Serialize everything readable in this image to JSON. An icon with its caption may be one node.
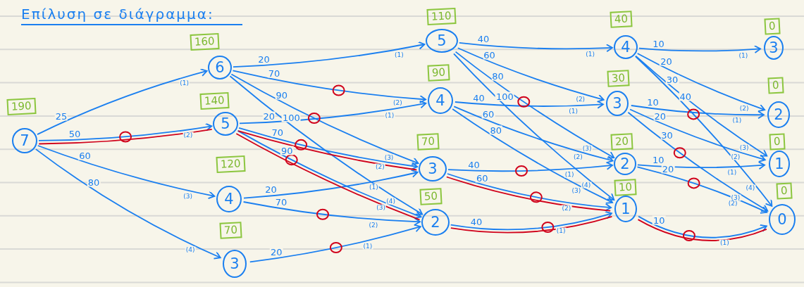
{
  "diagram": {
    "title": "Επίλυση σε διάγραμμα:",
    "nodes": [
      {
        "text": [
          "7"
        ],
        "beside": [
          "190"
        ]
      },
      {
        "text": [
          "6"
        ],
        "beside": [
          "160"
        ]
      },
      {
        "text": [
          "5"
        ],
        "beside": [
          "140"
        ]
      },
      {
        "text": [
          "4"
        ],
        "beside": [
          "120"
        ]
      },
      {
        "text": [
          "3"
        ],
        "beside": [
          "70"
        ]
      },
      {
        "text": [
          "5"
        ],
        "beside": [
          "110"
        ]
      },
      {
        "text": [
          "4"
        ],
        "beside": [
          "90"
        ]
      },
      {
        "text": [
          "3"
        ],
        "beside": [
          "70"
        ]
      },
      {
        "text": [
          "2"
        ],
        "beside": [
          "50"
        ]
      },
      {
        "text": [
          "4"
        ],
        "beside": [
          "40"
        ]
      },
      {
        "text": [
          "3"
        ],
        "beside": [
          "30"
        ]
      },
      {
        "text": [
          "2"
        ],
        "beside": [
          "20"
        ]
      },
      {
        "text": [
          "1"
        ],
        "beside": [
          "10"
        ]
      },
      {
        "text": [
          "3"
        ],
        "beside": [
          "0"
        ]
      },
      {
        "text": [
          "2"
        ],
        "beside": [
          "0"
        ]
      },
      {
        "text": [
          "1"
        ],
        "beside": [
          "0"
        ]
      },
      {
        "text": [
          "0"
        ],
        "beside": [
          "0"
        ]
      }
    ],
    "edges": [
      {
        "from": 0,
        "to": 1,
        "arrow": "to",
        "label": "25"
      },
      {
        "from": 0,
        "to": 2,
        "arrow": "to",
        "label": "50"
      },
      {
        "from": 0,
        "to": 3,
        "arrow": "to",
        "label": "60"
      },
      {
        "from": 0,
        "to": 4,
        "arrow": "to",
        "label": "80"
      },
      {
        "from": 1,
        "to": 5,
        "arrow": "to",
        "label": "20"
      },
      {
        "from": 1,
        "to": 6,
        "arrow": "to",
        "label": "70"
      },
      {
        "from": 1,
        "to": 7,
        "arrow": "to",
        "label": "90"
      },
      {
        "from": 1,
        "to": 8,
        "arrow": "to",
        "label": "100"
      },
      {
        "from": 2,
        "to": 6,
        "arrow": "to",
        "label": "20"
      },
      {
        "from": 2,
        "to": 7,
        "arrow": "to",
        "label": "70"
      },
      {
        "from": 2,
        "to": 8,
        "arrow": "to",
        "label": "90"
      },
      {
        "from": 3,
        "to": 7,
        "arrow": "to",
        "label": "20"
      },
      {
        "from": 3,
        "to": 8,
        "arrow": "to",
        "label": "70"
      },
      {
        "from": 4,
        "to": 8,
        "arrow": "to",
        "label": "20"
      },
      {
        "from": 5,
        "to": 9,
        "arrow": "to",
        "label": "40"
      },
      {
        "from": 5,
        "to": 10,
        "arrow": "to",
        "label": "60"
      },
      {
        "from": 5,
        "to": 11,
        "arrow": "to",
        "label": "80"
      },
      {
        "from": 5,
        "to": 12,
        "arrow": "to",
        "label": "100"
      },
      {
        "from": 6,
        "to": 10,
        "arrow": "to",
        "label": "40"
      },
      {
        "from": 6,
        "to": 11,
        "arrow": "to",
        "label": "60"
      },
      {
        "from": 6,
        "to": 12,
        "arrow": "to",
        "label": "80"
      },
      {
        "from": 7,
        "to": 11,
        "arrow": "to",
        "label": "40"
      },
      {
        "from": 7,
        "to": 12,
        "arrow": "to",
        "label": "60"
      },
      {
        "from": 8,
        "to": 12,
        "arrow": "to",
        "label": "40"
      },
      {
        "from": 9,
        "to": 13,
        "arrow": "to",
        "label": "10"
      },
      {
        "from": 9,
        "to": 14,
        "arrow": "to",
        "label": "20"
      },
      {
        "from": 9,
        "to": 15,
        "arrow": "to",
        "label": "30"
      },
      {
        "from": 9,
        "to": 16,
        "arrow": "to",
        "label": "40"
      },
      {
        "from": 10,
        "to": 14,
        "arrow": "to",
        "label": "10"
      },
      {
        "from": 10,
        "to": 15,
        "arrow": "to",
        "label": "20"
      },
      {
        "from": 10,
        "to": 16,
        "arrow": "to",
        "label": "30"
      },
      {
        "from": 11,
        "to": 15,
        "arrow": "to",
        "label": "10"
      },
      {
        "from": 11,
        "to": 16,
        "arrow": "to",
        "label": "20"
      },
      {
        "from": 12,
        "to": 16,
        "arrow": "to",
        "label": "10"
      },
      {
        "from": 0,
        "to": 2,
        "arrow": "none",
        "color": "#d0021b"
      },
      {
        "from": 2,
        "to": 7,
        "arrow": "none",
        "color": "#d0021b"
      },
      {
        "from": 2,
        "to": 8,
        "arrow": "none",
        "color": "#d0021b"
      },
      {
        "from": 7,
        "to": 12,
        "arrow": "none",
        "color": "#d0021b"
      },
      {
        "from": 8,
        "to": 12,
        "arrow": "none",
        "color": "#d0021b"
      },
      {
        "from": 12,
        "to": 16,
        "arrow": "none",
        "color": "#d0021b"
      }
    ],
    "labels": [
      "(1)",
      "(2)",
      "(3)",
      "(4)",
      "(1)",
      "(2)",
      "(3)",
      "(4)",
      "(1)",
      "(2)",
      "(3)",
      "(1)",
      "(2)",
      "(1)",
      "(1)",
      "(2)",
      "(3)",
      "(4)",
      "(1)",
      "(2)",
      "(3)",
      "(1)",
      "(2)",
      "(1)",
      "(1)",
      "(2)",
      "(3)",
      "(4)",
      "(1)",
      "(2)",
      "(3)",
      "(1)",
      "(2)",
      "(1)"
    ]
  }
}
